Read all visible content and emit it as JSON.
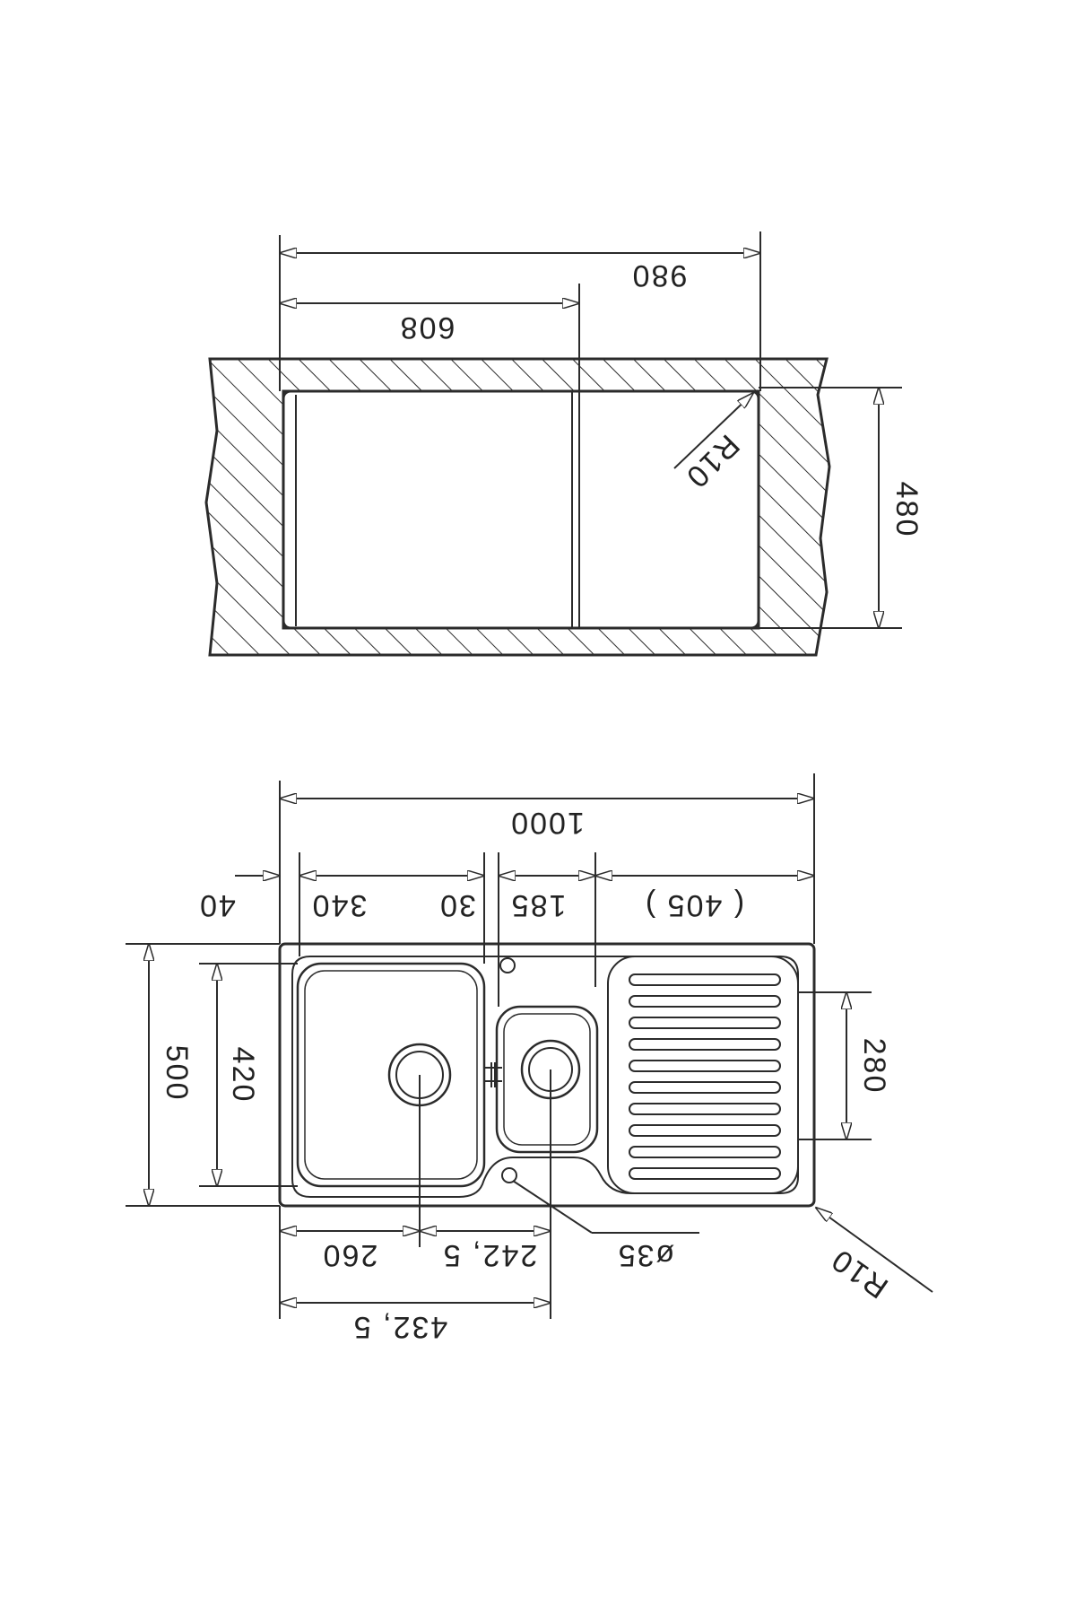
{
  "cutout_view": {
    "dim_overall_width": "980",
    "dim_bowl_width": "608",
    "dim_depth": "480",
    "dim_corner_radius": "R10"
  },
  "sink_view": {
    "dim_total_length": "1000",
    "dim_rim_offset": "40",
    "dim_main_bowl_width": "340",
    "dim_divider_width": "30",
    "dim_second_bowl_width": "185",
    "dim_drainer_width": "( 405 )",
    "dim_total_depth": "500",
    "dim_bowl_depth": "420",
    "dim_drainer_depth": "280",
    "dim_drain1_position": "260",
    "dim_drain_spacing": "242, 5",
    "dim_drain2_position": "432, 5",
    "dim_drain_diameter": "ø35",
    "dim_corner_radius": "R10"
  },
  "style": {
    "line_color": "#2b2b2b",
    "background": "#ffffff"
  }
}
